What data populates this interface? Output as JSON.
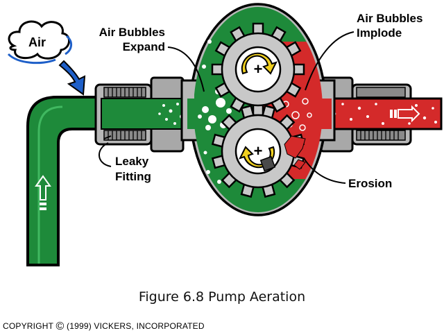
{
  "labels": {
    "air": "Air",
    "air_bubbles_expand": [
      "Air Bubbles",
      "Expand"
    ],
    "air_bubbles_implode": [
      "Air Bubbles",
      "Implode"
    ],
    "leaky_fitting": [
      "Leaky",
      "Fitting"
    ],
    "erosion": "Erosion"
  },
  "caption": "Figure 6.8 Pump Aeration",
  "copyright": {
    "prefix": "COPYRIGHT",
    "symbol": "©",
    "suffix": " (1999) VICKERS, INCORPORATED"
  },
  "colors": {
    "inlet_fluid": "#1e8a3a",
    "outlet_fluid": "#d42a2a",
    "pump_body": "#b8b8b8",
    "gear": "#c8c8c8",
    "cloud": "#ffffff",
    "arrow": "#1e5fc8",
    "rotation_arrow": "#f0d020"
  },
  "icons": {
    "air_source": "cloud-icon",
    "flow_direction": "flow-arrow-icon",
    "gear_rotation": "rotation-arrow-icon"
  }
}
